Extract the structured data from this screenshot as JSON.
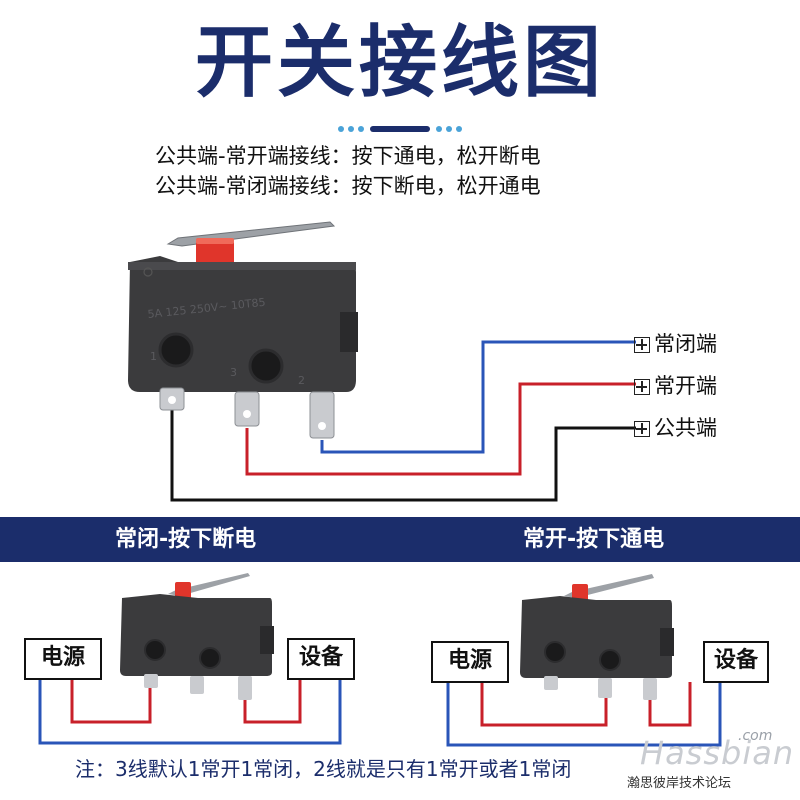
{
  "title": "开关接线图",
  "rules": [
    "公共端-常开端接线：按下通电，松开断电",
    "公共端-常闭端接线：按下断电，松开通电"
  ],
  "switch_markings": {
    "rating": "5A 125 250V~ 10T85",
    "pin1": "1",
    "pin2": "2",
    "pin3": "3"
  },
  "terminals": {
    "nc": "常闭端",
    "no": "常开端",
    "com": "公共端"
  },
  "sections": {
    "left_title": "常闭-按下断电",
    "right_title": "常开-按下通电"
  },
  "labels": {
    "power": "电源",
    "device": "设备"
  },
  "note": "注：3线默认1常开1常闭，2线就是只有1常开或者1常闭",
  "watermark": {
    "com": ".com",
    "brand": "Hassbian",
    "sub": "瀚思彼岸技术论坛"
  },
  "colors": {
    "navy": "#1b2d6b",
    "wire_red": "#c8202a",
    "wire_blue": "#2a55b8",
    "wire_black": "#111111"
  }
}
